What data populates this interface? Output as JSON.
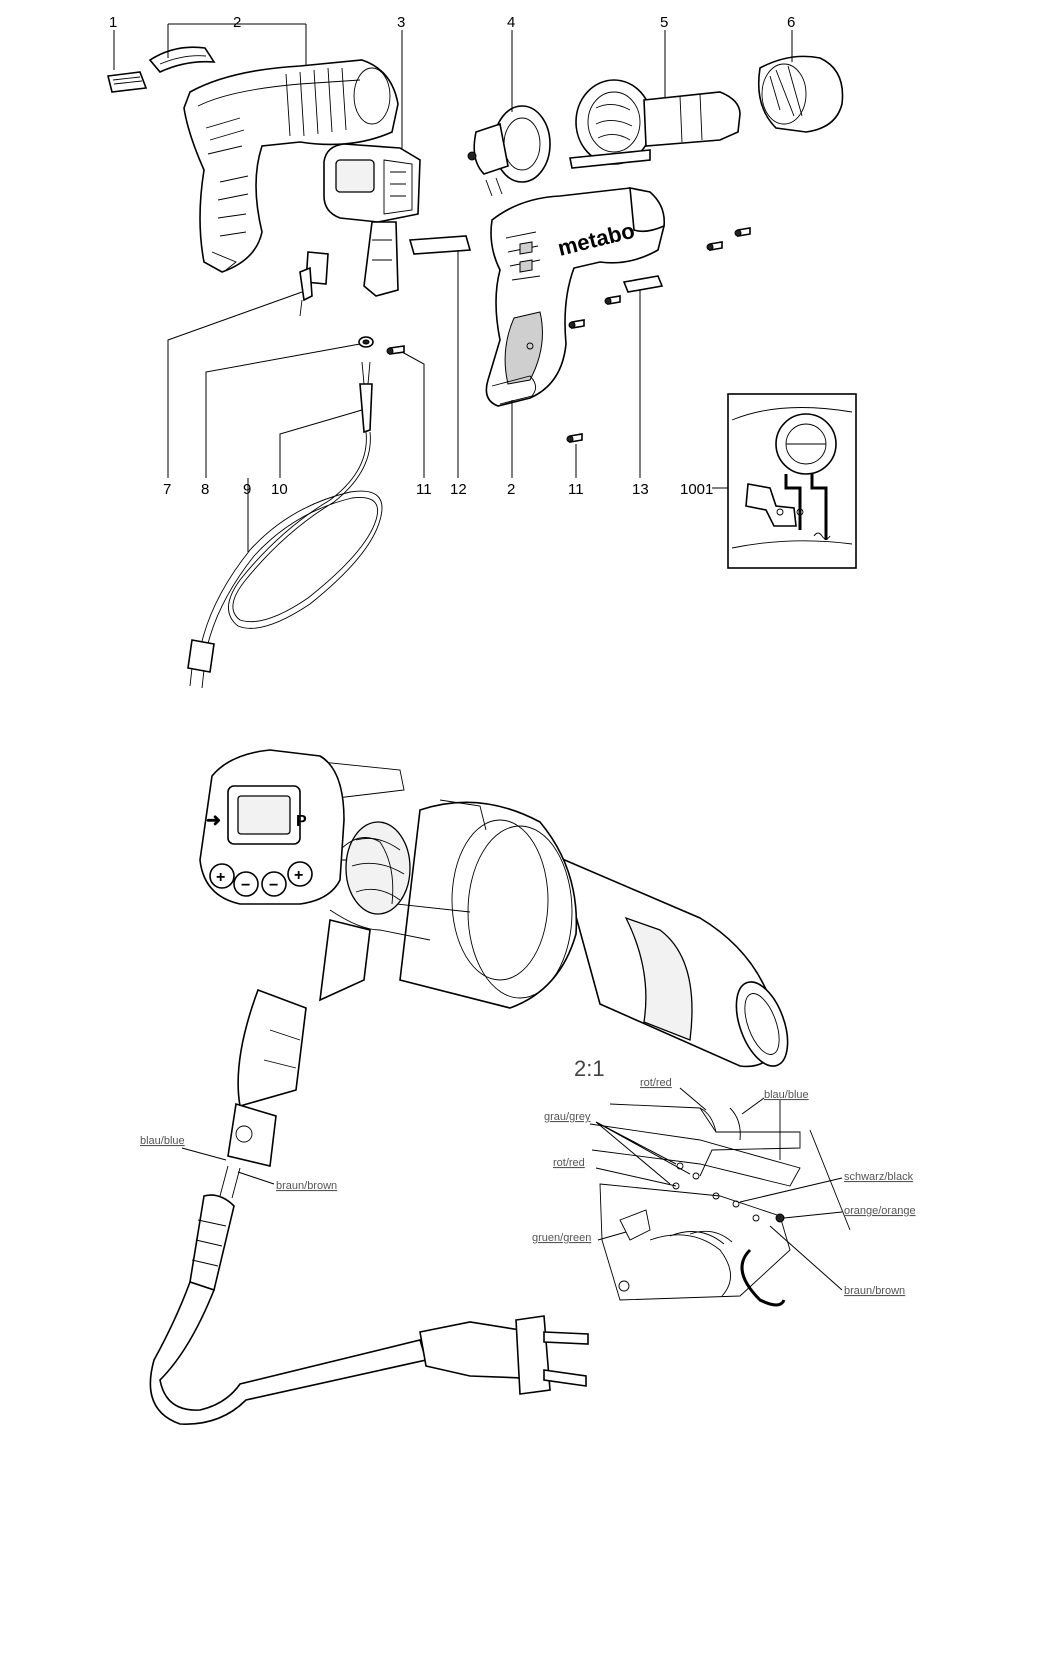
{
  "part_labels": [
    "1",
    "2",
    "3",
    "4",
    "5",
    "6",
    "7",
    "8",
    "9",
    "10",
    "11",
    "12",
    "2",
    "11",
    "13",
    "1001"
  ],
  "brand_text": "metabo",
  "detail_scale": "2:1",
  "wire_labels": {
    "blau_blue_left": "blau/blue",
    "braun_brown_left": "braun/brown",
    "rot_red_top": "rot/red",
    "blau_blue_top": "blau/blue",
    "grau_grey": "grau/grey",
    "rot_red_mid": "rot/red",
    "schwarz_black": "schwarz/black",
    "orange_orange": "orange/orange",
    "gruen_green": "gruen/green",
    "braun_brown_right": "braun/brown"
  },
  "panel_glyphs": {
    "arrow": "➜",
    "p": "P",
    "minus": "−",
    "plus": "+"
  }
}
